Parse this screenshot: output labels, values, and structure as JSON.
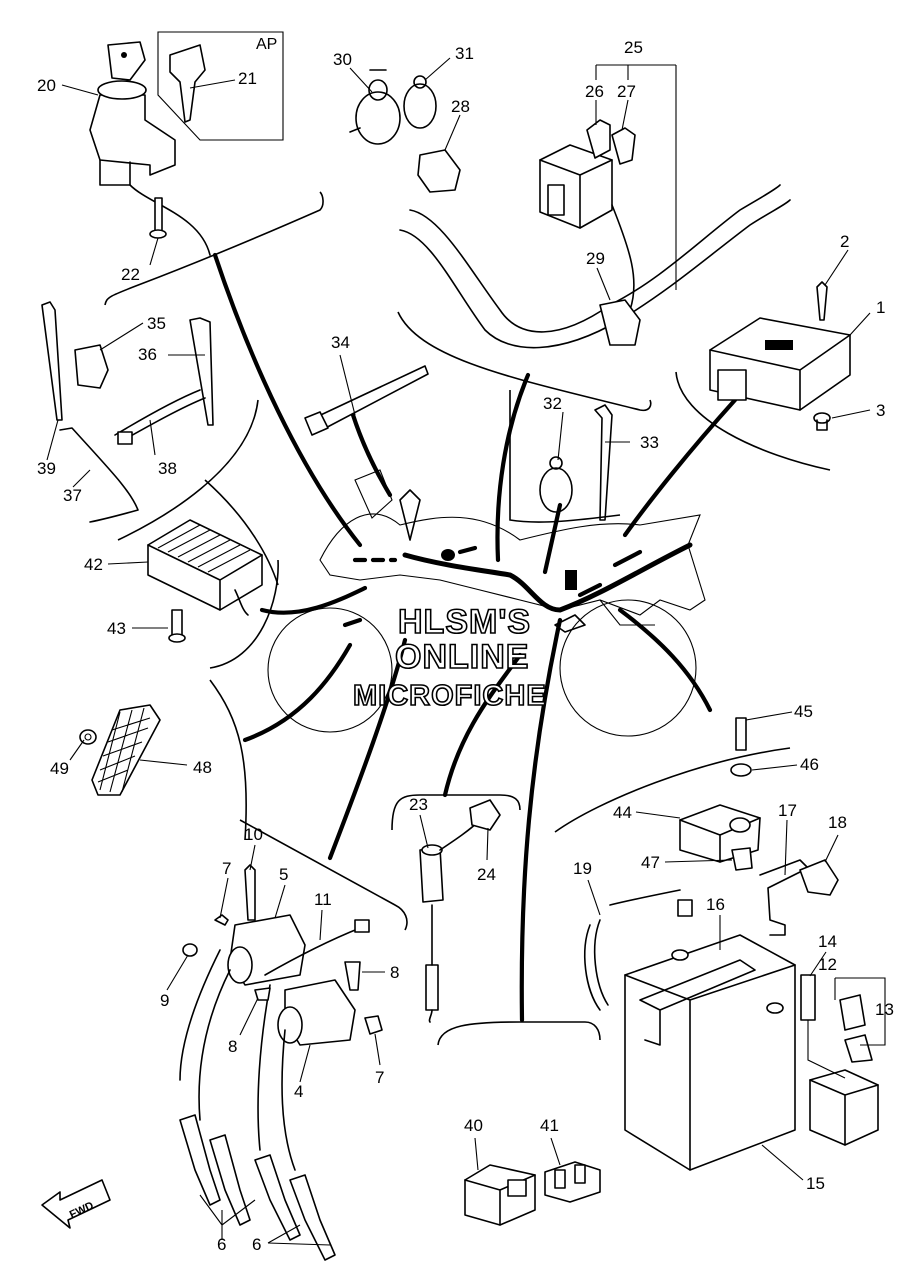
{
  "labels": {
    "p1": "1",
    "p2": "2",
    "p3": "3",
    "p4": "4",
    "p5": "5",
    "p6a": "6",
    "p6b": "6",
    "p7a": "7",
    "p7b": "7",
    "p8a": "8",
    "p8b": "8",
    "p9": "9",
    "p10": "10",
    "p11": "11",
    "p12": "12",
    "p13": "13",
    "p14": "14",
    "p15": "15",
    "p16": "16",
    "p17": "17",
    "p18": "18",
    "p19": "19",
    "p20": "20",
    "p21": "21",
    "p22": "22",
    "p23": "23",
    "p24": "24",
    "p25": "25",
    "p26": "26",
    "p27": "27",
    "p28": "28",
    "p29": "29",
    "p30": "30",
    "p31": "31",
    "p32": "32",
    "p33": "33",
    "p34": "34",
    "p35": "35",
    "p36": "36",
    "p37": "37",
    "p38": "38",
    "p39": "39",
    "p40": "40",
    "p41": "41",
    "p42": "42",
    "p43": "43",
    "p44": "44",
    "p45": "45",
    "p46": "46",
    "p47": "47",
    "p48": "48",
    "p49": "49"
  },
  "ap_label": "AP",
  "direction_label": "FWD",
  "watermark": {
    "line1": "HLSM'S",
    "line2": "ONLINE",
    "line3": "MICROFICHE"
  },
  "colors": {
    "ink": "#000000",
    "paper": "#ffffff"
  }
}
